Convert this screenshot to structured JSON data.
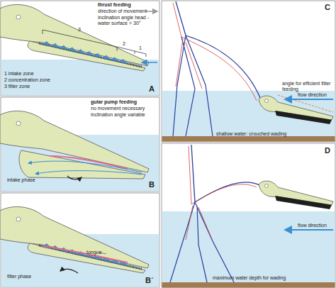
{
  "diagram": {
    "labels": [
      "thrust feeding",
      "direction of movement",
      "inclination angle head - water surface = 30°",
      "3",
      "2",
      "1",
      "1 intake zone",
      "2 concentration zone",
      "3 filter zone",
      "A",
      "gular pump feeding",
      "no movement necessary",
      "inclination angle variable",
      "intake phase",
      "B",
      "tongue",
      "filter phase",
      "B´",
      "angle for efficient filter feeding",
      "flow direction",
      "shallow water: crouched wading",
      "C",
      "flow direction",
      "maximum water depth for wading",
      "D"
    ]
  }
}
